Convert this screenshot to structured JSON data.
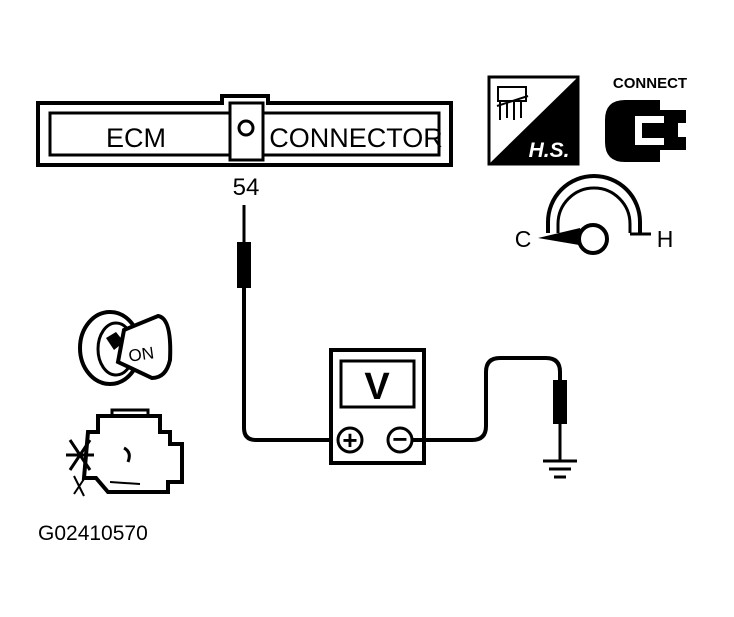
{
  "connector": {
    "left_label": "ECM",
    "right_label": "CONNECTOR",
    "pin_number": "54"
  },
  "hs_badge": {
    "label": "H.S.",
    "icon": "harness-side-connector-icon"
  },
  "connect_badge": {
    "label": "CONNECT",
    "icon": "plug-connected-icon"
  },
  "temperature_gauge": {
    "cold_label": "C",
    "hot_label": "H",
    "icon": "engine-temperature-gauge-icon"
  },
  "ignition": {
    "key_label": "ON",
    "icon": "ignition-key-icon"
  },
  "engine_icon": "engine-running-icon",
  "voltmeter": {
    "display_label": "V",
    "positive_symbol": "+",
    "negative_symbol": "−"
  },
  "ground_icon": "ground-symbol-icon",
  "figure_id": "G02410570",
  "colors": {
    "ink": "#000000",
    "paper": "#ffffff"
  }
}
